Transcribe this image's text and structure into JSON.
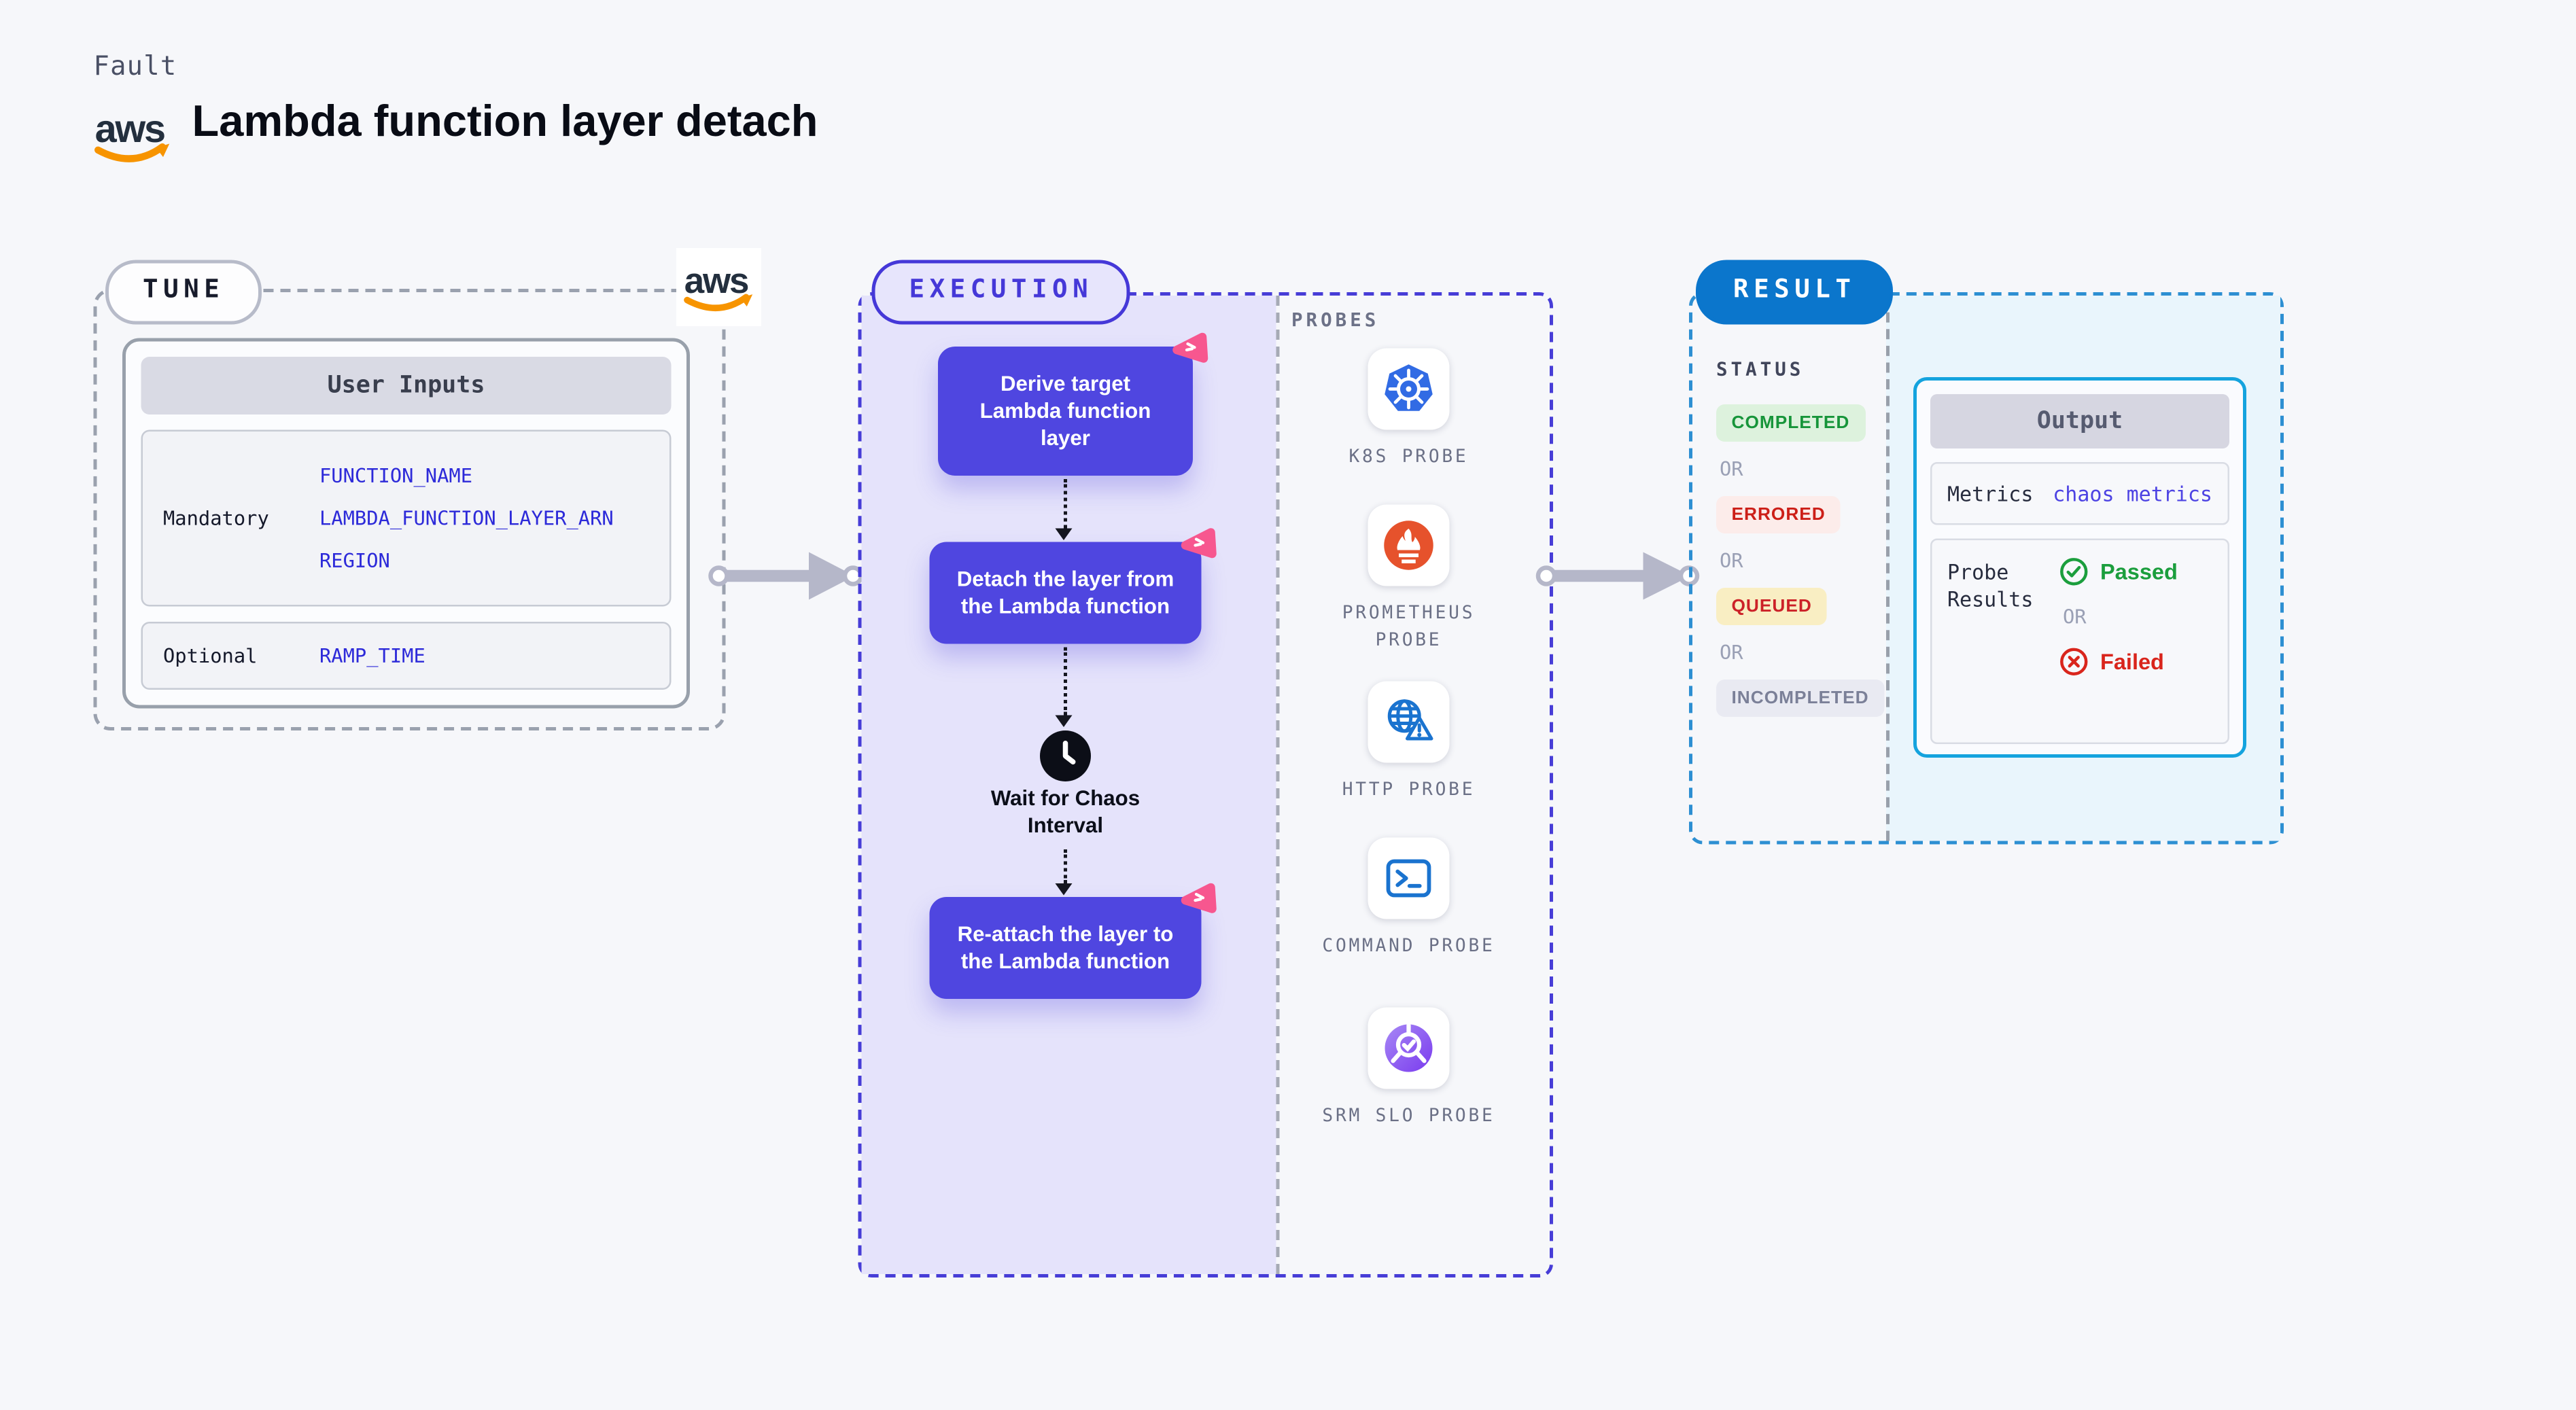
{
  "header": {
    "kicker": "Fault",
    "title": "Lambda function layer detach",
    "aws_logo_text": "aws"
  },
  "tune": {
    "pill": "TUNE",
    "table": {
      "header": "User Inputs",
      "mandatory_label": "Mandatory",
      "mandatory_values": [
        "FUNCTION_NAME",
        "LAMBDA_FUNCTION_LAYER_ARN",
        "REGION"
      ],
      "optional_label": "Optional",
      "optional_value": "RAMP_TIME"
    }
  },
  "execution": {
    "pill": "EXECUTION",
    "step1": "Derive target Lambda function layer",
    "step2": "Detach the layer from the Lambda function",
    "wait_label": "Wait for Chaos Interval",
    "step3": "Re-attach the layer to the Lambda function"
  },
  "probes": {
    "label": "PROBES",
    "items": [
      {
        "name": "K8S PROBE",
        "icon": "kubernetes-icon"
      },
      {
        "name": "PROMETHEUS PROBE",
        "icon": "prometheus-icon"
      },
      {
        "name": "HTTP PROBE",
        "icon": "http-globe-warning-icon"
      },
      {
        "name": "COMMAND PROBE",
        "icon": "terminal-icon"
      },
      {
        "name": "SRM SLO PROBE",
        "icon": "slo-gauge-check-icon"
      }
    ]
  },
  "result": {
    "pill": "RESULT",
    "status_label": "STATUS",
    "or_label": "OR",
    "statuses": [
      {
        "label": "COMPLETED",
        "state": "completed"
      },
      {
        "label": "ERRORED",
        "state": "errored"
      },
      {
        "label": "QUEUED",
        "state": "queued"
      },
      {
        "label": "INCOMPLETED",
        "state": "incompleted"
      }
    ],
    "output": {
      "header": "Output",
      "metrics_label": "Metrics",
      "metrics_value": "chaos metrics",
      "probe_results_label": "Probe Results",
      "passed_label": "Passed",
      "failed_label": "Failed"
    }
  },
  "colors": {
    "indigo_step": "#4f46e0",
    "execution_border": "#473dd7",
    "lavender_bg": "#e5e3fb",
    "chaos_pink": "#f7578f",
    "result_blue": "#0b76cc",
    "output_border_cyan": "#14a3de",
    "result_bg": "#e9f5fc",
    "passed_green": "#1b9e3d",
    "failed_red": "#d9251c",
    "aws_orange": "#f79400",
    "k8s_blue": "#316be4",
    "prometheus_orange": "#e6522c",
    "link_blue": "#2d2ad9"
  }
}
